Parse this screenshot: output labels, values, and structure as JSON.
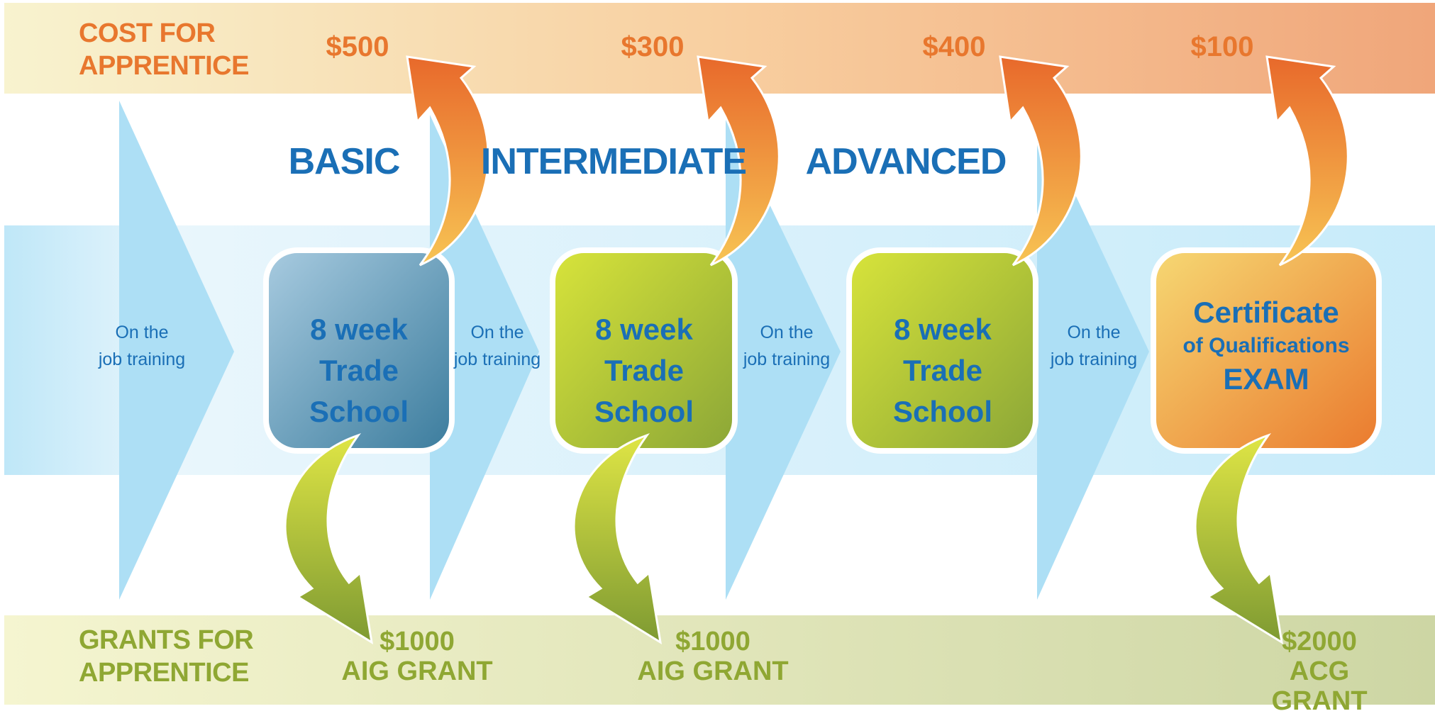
{
  "cost_band": {
    "label_line1": "COST FOR",
    "label_line2": "APPRENTICE",
    "amounts": [
      "$500",
      "$300",
      "$400",
      "$100"
    ]
  },
  "grants_band": {
    "label_line1": "GRANTS FOR",
    "label_line2": "APPRENTICE",
    "items": [
      {
        "amount": "$1000",
        "name": "AIG GRANT"
      },
      {
        "amount": "$1000",
        "name": "AIG GRANT"
      },
      {
        "amount": "$2000",
        "name": "ACG GRANT"
      }
    ]
  },
  "levels": [
    "BASIC",
    "INTERMEDIATE",
    "ADVANCED"
  ],
  "on_the_job": {
    "line1": "On the",
    "line2": "job training"
  },
  "stages": [
    {
      "line1": "8 week",
      "line2": "Trade School"
    },
    {
      "line1": "8 week",
      "line2": "Trade School"
    },
    {
      "line1": "8 week",
      "line2": "Trade School"
    }
  ],
  "exam": {
    "line1": "Certificate",
    "line2": "of Qualifications",
    "line3": "EXAM"
  },
  "colors": {
    "cost": "#e8772e",
    "grant": "#8fa733",
    "text_blue": "#1a6fb6",
    "arrow_blue": "#addff5",
    "stage1": "#4a8fb0",
    "stage_green": "#a6c23a",
    "exam": "#ee8a35"
  }
}
